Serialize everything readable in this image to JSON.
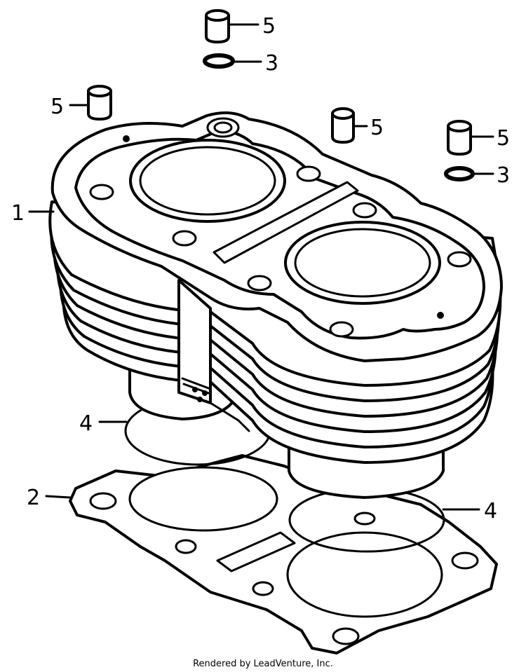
{
  "callouts": {
    "dowel_top": "5",
    "oring_top": "3",
    "dowel_left": "5",
    "dowel_mid": "5",
    "dowel_right": "5",
    "oring_right": "3",
    "cylinder": "1",
    "oring_left": "4",
    "gasket": "2",
    "oring_lower": "4"
  },
  "footer": "Rendered by LeadVenture, Inc."
}
